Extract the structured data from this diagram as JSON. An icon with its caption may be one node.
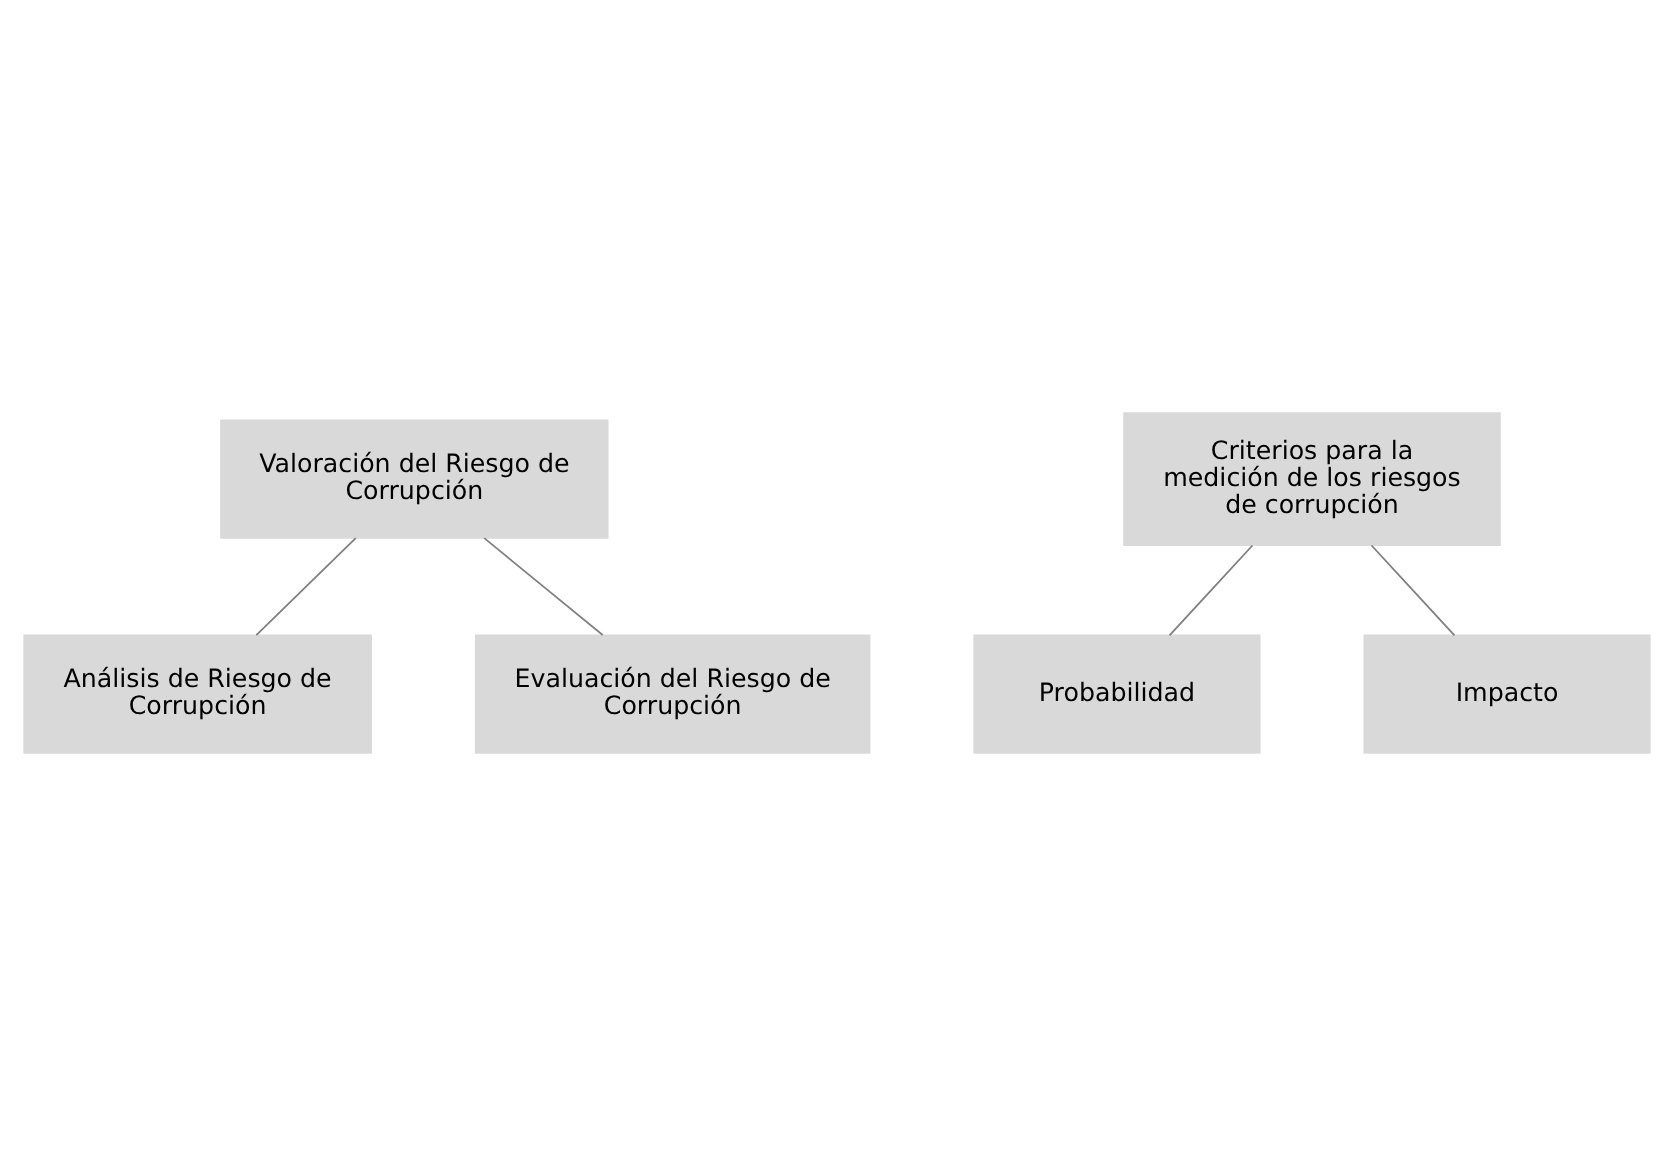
{
  "diagram": {
    "nodes": [
      {
        "text": [
          "Valoración del Riesgo de Corrupción"
        ]
      },
      {
        "text": [
          "Análisis de Riesgo de Corrupción"
        ]
      },
      {
        "text": [
          "Evaluación del Riesgo de Corrupción"
        ]
      },
      {
        "text": [
          "Criterios para la medición de los riesgos de corrupción"
        ]
      },
      {
        "text": [
          "Probabilidad"
        ]
      },
      {
        "text": [
          "Impacto"
        ]
      }
    ],
    "edges": [
      {
        "from": 0,
        "to": 1,
        "arrow": "none"
      },
      {
        "from": 0,
        "to": 2,
        "arrow": "none"
      },
      {
        "from": 3,
        "to": 4,
        "arrow": "none"
      },
      {
        "from": 3,
        "to": 5,
        "arrow": "none"
      }
    ]
  }
}
